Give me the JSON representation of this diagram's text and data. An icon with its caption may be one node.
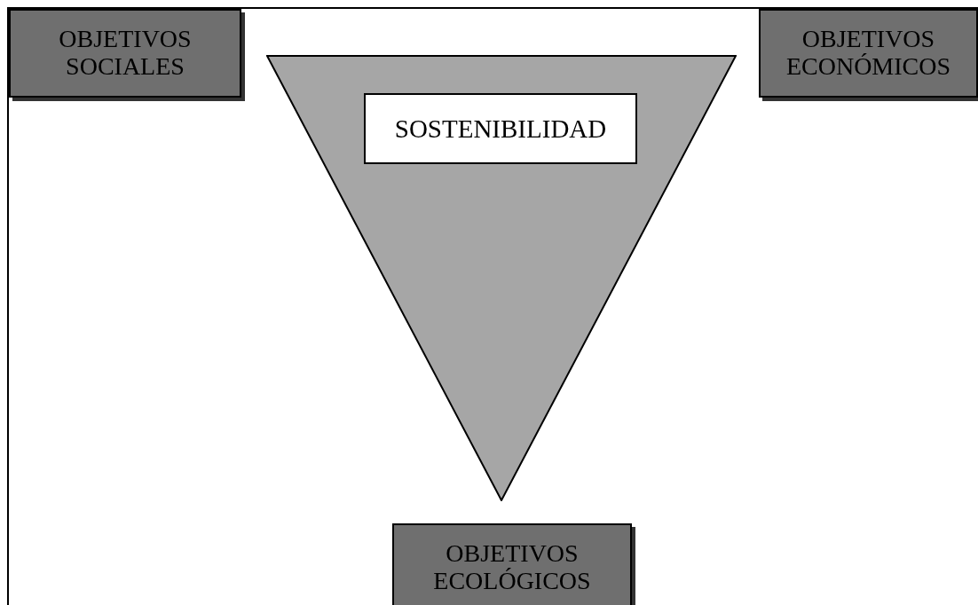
{
  "diagram": {
    "nodes": [
      {
        "text": [
          "OBJETIVOS SOCIALES"
        ]
      },
      {
        "text": [],
        "shape": "triangle"
      },
      {
        "text": [
          "SOSTENIBILIDAD"
        ],
        "in": 1
      },
      {
        "text": [
          "OBJETIVOS ECONÓMICOS"
        ]
      },
      {
        "text": [
          "OBJETIVOS ECOLÓGICOS"
        ]
      }
    ]
  }
}
